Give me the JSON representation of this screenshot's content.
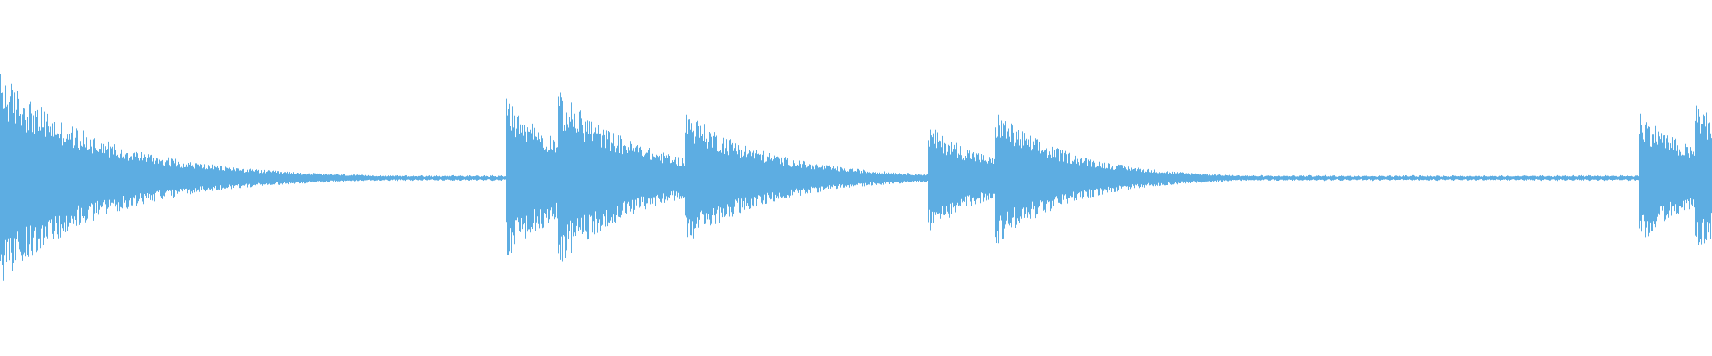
{
  "waveform": {
    "color": "#5dade2",
    "transients": [
      {
        "time": 0.0,
        "level": 0.75,
        "decay": 0.06
      },
      {
        "time": 0.295,
        "level": 0.57,
        "decay": 0.045
      },
      {
        "time": 0.326,
        "level": 0.62,
        "decay": 0.05
      },
      {
        "time": 0.342,
        "level": 0.2,
        "decay": 0.02
      },
      {
        "time": 0.388,
        "level": 0.2,
        "decay": 0.018
      },
      {
        "time": 0.4,
        "level": 0.48,
        "decay": 0.05
      },
      {
        "time": 0.542,
        "level": 0.38,
        "decay": 0.04
      },
      {
        "time": 0.581,
        "level": 0.48,
        "decay": 0.045
      },
      {
        "time": 0.613,
        "level": 0.2,
        "decay": 0.02
      },
      {
        "time": 0.957,
        "level": 0.48,
        "decay": 0.04
      },
      {
        "time": 0.99,
        "level": 0.57,
        "decay": 0.035
      }
    ],
    "noise_floor": 0.02
  }
}
